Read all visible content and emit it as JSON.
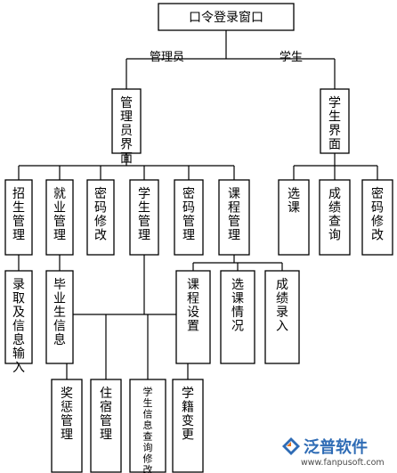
{
  "nodes": [
    {
      "id": "login",
      "text": "口令登录窗口",
      "orient": "h"
    },
    {
      "id": "admin",
      "text": "管理员界面",
      "orient": "v"
    },
    {
      "id": "student",
      "text": "学生界面",
      "orient": "v"
    },
    {
      "id": "enroll",
      "text": "招生管理",
      "orient": "v"
    },
    {
      "id": "employment",
      "text": "就业管理",
      "orient": "v"
    },
    {
      "id": "pwd_admin",
      "text": "密码修改",
      "orient": "v"
    },
    {
      "id": "stu_mgmt",
      "text": "学生管理",
      "orient": "v"
    },
    {
      "id": "pwd_mgmt",
      "text": "密码管理",
      "orient": "v"
    },
    {
      "id": "course_mgmt",
      "text": "课程管理",
      "orient": "v"
    },
    {
      "id": "select_course",
      "text": "选课",
      "orient": "v"
    },
    {
      "id": "score_query",
      "text": "成绩查询",
      "orient": "v"
    },
    {
      "id": "pwd_student",
      "text": "密码修改",
      "orient": "v"
    },
    {
      "id": "admission",
      "text": "录取及信息输入",
      "orient": "v"
    },
    {
      "id": "graduate",
      "text": "毕业生信息",
      "orient": "v"
    },
    {
      "id": "course_set",
      "text": "课程设置",
      "orient": "v"
    },
    {
      "id": "select_status",
      "text": "选课情况",
      "orient": "v"
    },
    {
      "id": "score_entry",
      "text": "成绩录入",
      "orient": "v"
    },
    {
      "id": "reward",
      "text": "奖惩管理",
      "orient": "v"
    },
    {
      "id": "dorm",
      "text": "住宿管理",
      "orient": "v"
    },
    {
      "id": "stu_info",
      "text": "学生信息查询修改",
      "orient": "v",
      "small": true
    },
    {
      "id": "status_change",
      "text": "学籍变更",
      "orient": "v"
    }
  ],
  "edges": [
    {
      "from": "login",
      "to": "admin",
      "label": "管理员"
    },
    {
      "from": "login",
      "to": "student",
      "label": "学生"
    },
    {
      "from": "admin",
      "to": "enroll"
    },
    {
      "from": "admin",
      "to": "employment"
    },
    {
      "from": "admin",
      "to": "pwd_admin"
    },
    {
      "from": "admin",
      "to": "stu_mgmt"
    },
    {
      "from": "admin",
      "to": "pwd_mgmt"
    },
    {
      "from": "admin",
      "to": "course_mgmt"
    },
    {
      "from": "student",
      "to": "select_course"
    },
    {
      "from": "student",
      "to": "score_query"
    },
    {
      "from": "student",
      "to": "pwd_student"
    },
    {
      "from": "enroll",
      "to": "admission"
    },
    {
      "from": "employment",
      "to": "graduate"
    },
    {
      "from": "course_mgmt",
      "to": "course_set"
    },
    {
      "from": "course_mgmt",
      "to": "select_status"
    },
    {
      "from": "course_mgmt",
      "to": "score_entry"
    },
    {
      "from": "stu_mgmt",
      "to": "reward"
    },
    {
      "from": "stu_mgmt",
      "to": "dorm"
    },
    {
      "from": "stu_mgmt",
      "to": "stu_info"
    },
    {
      "from": "stu_mgmt",
      "to": "status_change"
    }
  ],
  "watermark": {
    "brand": "泛普软件",
    "url": "www.fanpusoft.com",
    "icon": "fanpu-logo-icon",
    "brand_color": "#2f6cb5",
    "accent_color": "#e8731c"
  }
}
